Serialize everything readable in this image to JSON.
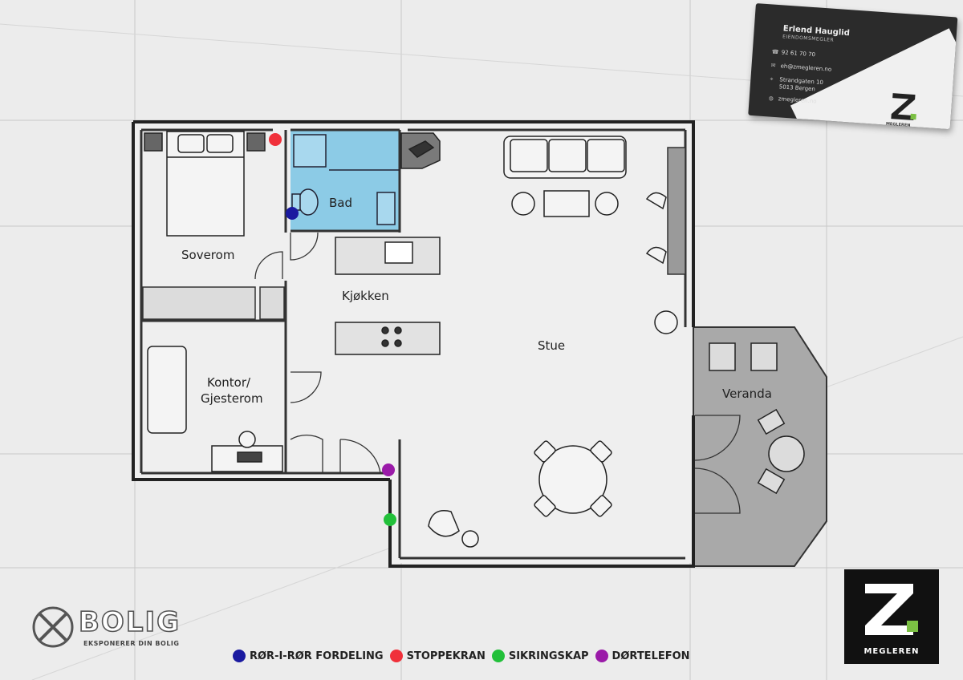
{
  "rooms": {
    "bad": "Bad",
    "soverom": "Soverom",
    "kjokken": "Kjøkken",
    "stue": "Stue",
    "kontor_line1": "Kontor/",
    "kontor_line2": "Gjesterom",
    "veranda": "Veranda"
  },
  "business_card": {
    "name": "Erlend Hauglid",
    "title": "EIENDOMSMEGLER",
    "phone": "92 61 70 70",
    "email": "eh@zmegleren.no",
    "address_line1": "Strandgaten 10",
    "address_line2": "5013 Bergen",
    "website": "zmegleren.no",
    "brand": "MEGLEREN"
  },
  "brand_box": {
    "letter": "Z",
    "name": "MEGLEREN",
    "accent_color": "#7bc043"
  },
  "bolig_logo": {
    "word": "BOLIG",
    "tagline": "EKSPONERER DIN BOLIG"
  },
  "legend": [
    {
      "label": "RØR-I-RØR FORDELING",
      "color": "#1a1aa0"
    },
    {
      "label": "STOPPEKRAN",
      "color": "#f0303a"
    },
    {
      "label": "SIKRINGSKAP",
      "color": "#22c03a"
    },
    {
      "label": "DØRTELEFON",
      "color": "#9a1aa8"
    }
  ],
  "bathroom_color": "#8ccbe6"
}
